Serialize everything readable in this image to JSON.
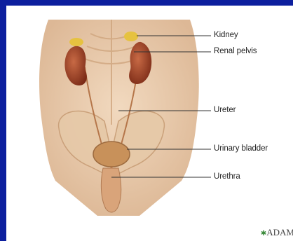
{
  "labels": {
    "kidney": "Kidney",
    "renal_pelvis": "Renal pelvis",
    "ureter": "Ureter",
    "urinary_bladder": "Urinary bladder",
    "urethra": "Urethra"
  },
  "logo": "ADAM",
  "colors": {
    "border": "#0d1f9e",
    "skin": "#e8c7a6",
    "kidney": "#a8452a",
    "bladder": "#c8915a"
  }
}
